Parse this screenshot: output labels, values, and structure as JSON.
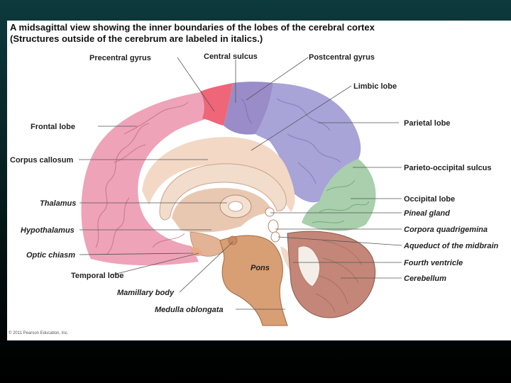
{
  "title": {
    "line1": "A midsagittal view showing the inner boundaries of the lobes of the cerebral cortex",
    "line2": "(Structures outside of the cerebrum are labeled in italics.)"
  },
  "copyright": "© 2011 Pearson Education, Inc.",
  "labels": {
    "precentral_gyrus": "Precentral gyrus",
    "central_sulcus": "Central sulcus",
    "postcentral_gyrus": "Postcentral gyrus",
    "limbic_lobe": "Limbic lobe",
    "frontal_lobe": "Frontal lobe",
    "parietal_lobe": "Parietal lobe",
    "corpus_callosum": "Corpus callosum",
    "parieto_occipital_sulcus": "Parieto-occipital sulcus",
    "thalamus": "Thalamus",
    "occipital_lobe": "Occipital lobe",
    "pineal_gland": "Pineal gland",
    "hypothalamus": "Hypothalamus",
    "corpora_quadrigemina": "Corpora quadrigemina",
    "optic_chiasm": "Optic chiasm",
    "aqueduct": "Aqueduct of the midbrain",
    "fourth_ventricle": "Fourth ventricle",
    "temporal_lobe": "Temporal lobe",
    "pons": "Pons",
    "cerebellum": "Cerebellum",
    "mamillary_body": "Mamillary body",
    "medulla_oblongata": "Medulla oblongata"
  },
  "colors": {
    "frontal": "#eea3b8",
    "frontal_dark": "#d8708c",
    "precentral": "#ee6678",
    "postcentral": "#9a8cc8",
    "parietal": "#a8a4d8",
    "occipital": "#a9cfac",
    "limbic": "#f3d8c6",
    "corpus_callosum": "#f2dccb",
    "brainstem": "#d89e74",
    "cerebellum": "#c48678",
    "ventricle": "#e9c8b2"
  }
}
